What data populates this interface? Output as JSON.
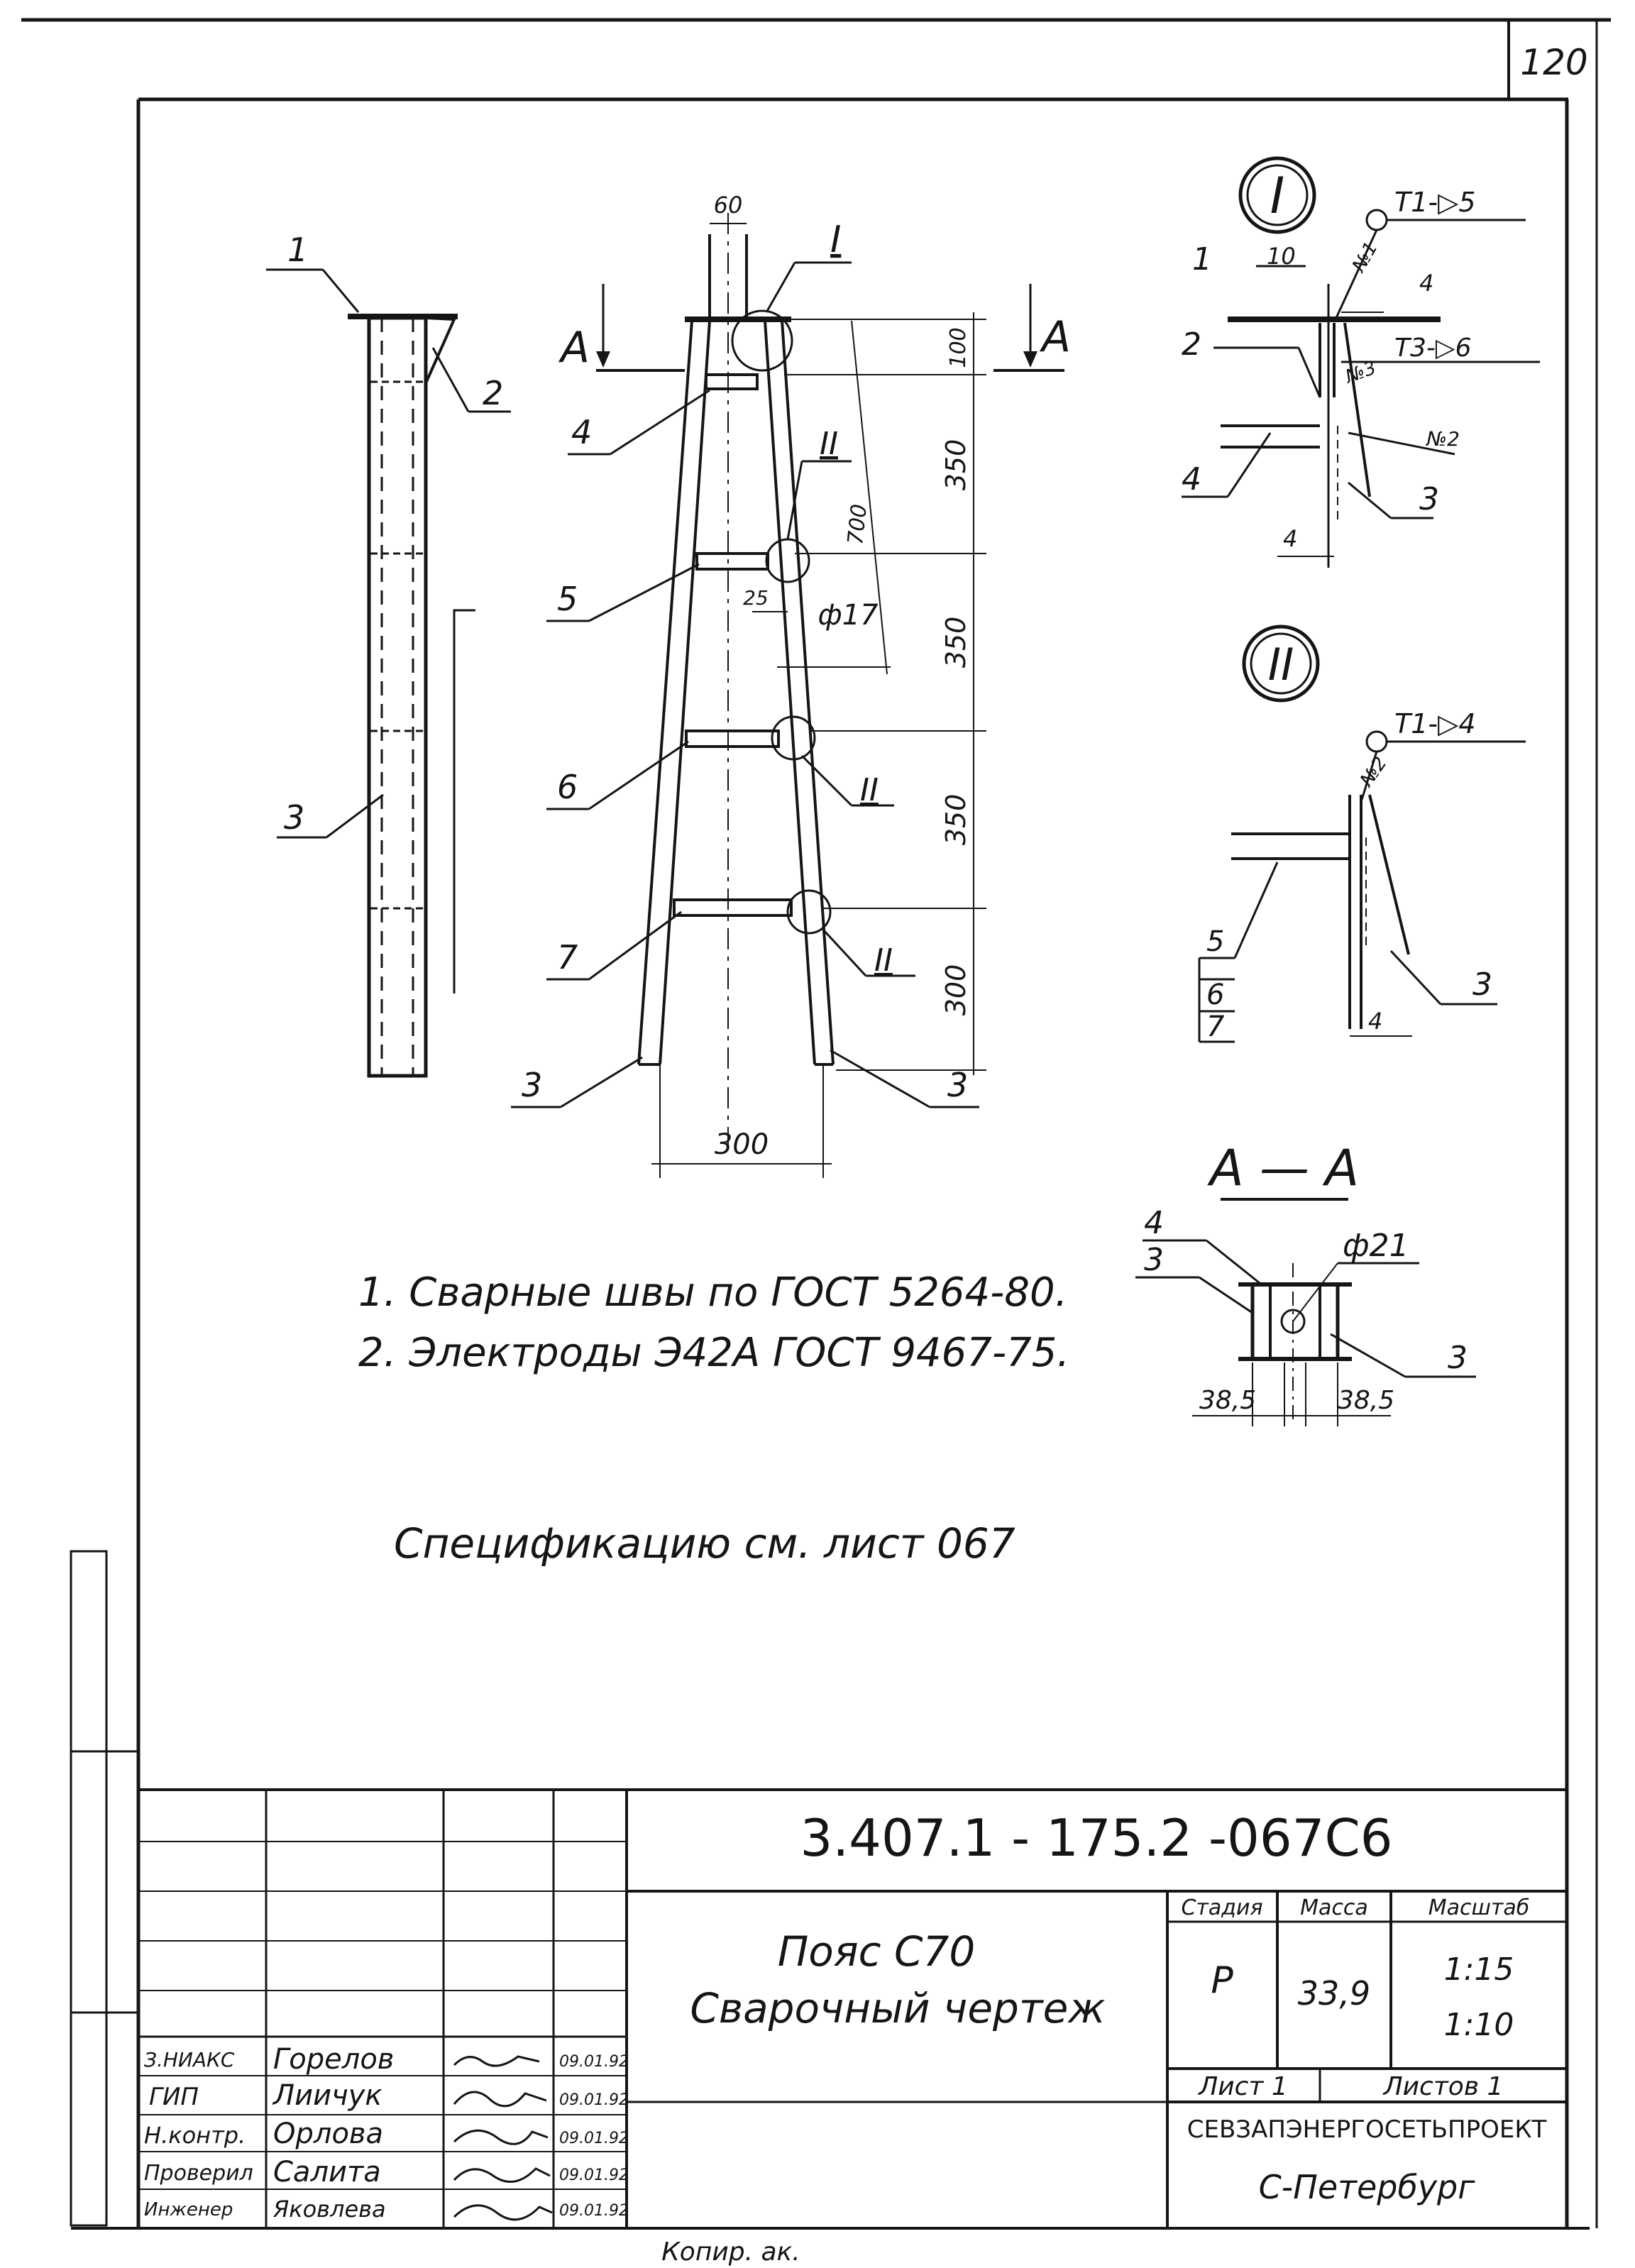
{
  "sheet": {
    "page_number": "120",
    "notes": [
      "1. Сварные швы по ГОСТ 5264-80.",
      "2. Электроды Э42А ГОСТ 9467-75."
    ],
    "spec_reference": "Спецификацию см. лист 067",
    "bottom_mark": "Копир. ак."
  },
  "drawing": {
    "section_mark": "А",
    "section_title": "А — А",
    "detail_I": "I",
    "detail_II": "II",
    "parts": [
      "1",
      "2",
      "3",
      "4",
      "5",
      "6",
      "7"
    ],
    "dims": {
      "top_width": "60",
      "d100": "100",
      "d350a": "350",
      "d350b": "350",
      "d350c": "350",
      "d300v": "300",
      "d700": "700",
      "d25": "25",
      "hole17": "ф17",
      "base300": "300",
      "hole21": "ф21",
      "d38a": "38,5",
      "d38b": "38,5",
      "d10": "10",
      "d4a": "4",
      "d4b": "4",
      "d4c": "4"
    },
    "welds": {
      "w1": "Т1-▷5",
      "w3": "Т3-▷6",
      "w4": "Т1-▷4",
      "n1": "№1",
      "n2": "№2",
      "n3": "№3",
      "n2b": "№2"
    }
  },
  "title_block": {
    "doc_code": "3.407.1 - 175.2 -067С6",
    "title_line1": "Пояс С70",
    "title_line2": "Сварочный чертеж",
    "stage_header": "Стадия",
    "mass_header": "Масса",
    "scale_header": "Масштаб",
    "stage": "Р",
    "mass": "33,9",
    "scale1": "1:15",
    "scale2": "1:10",
    "sheet_label": "Лист 1",
    "sheets_label": "Листов 1",
    "org": "СЕВЗАПЭНЕРГОСЕТЬПРОЕКТ",
    "city": "С-Петербург",
    "roles": [
      {
        "role": "З.НИАКС",
        "name": "Горелов",
        "date": "09.01.92"
      },
      {
        "role": "ГИП",
        "name": "Лиичук",
        "date": "09.01.92"
      },
      {
        "role": "Н.контр.",
        "name": "Орлова",
        "date": "09.01.92"
      },
      {
        "role": "Проверил",
        "name": "Салита",
        "date": "09.01.92"
      },
      {
        "role": "Инженер",
        "name": "Яковлева",
        "date": "09.01.92"
      }
    ]
  }
}
